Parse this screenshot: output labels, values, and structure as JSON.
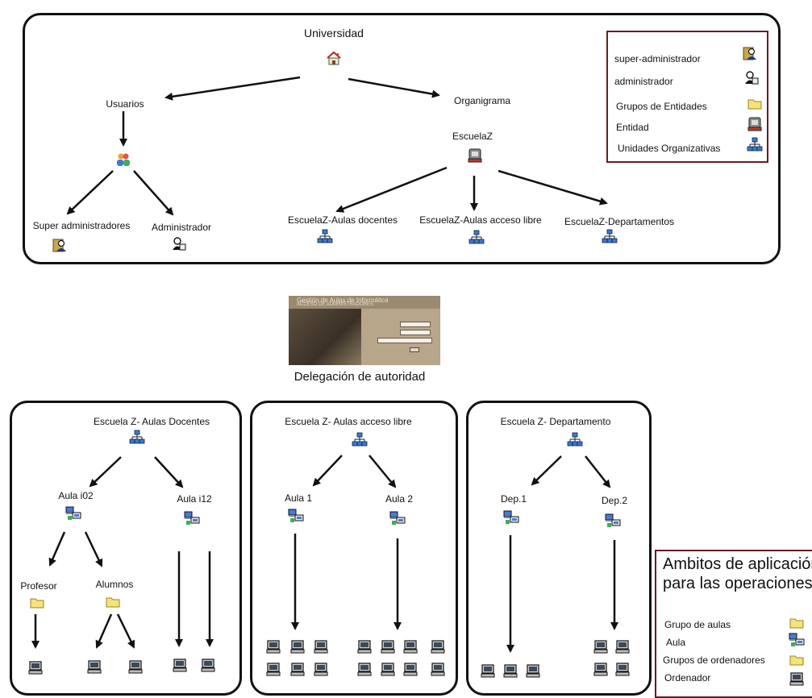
{
  "top": {
    "universidad": "Universidad",
    "usuarios": "Usuarios",
    "organigrama": "Organigrama",
    "super_admins": "Super administradores",
    "administrador": "Administrador",
    "escuelaz": "EscuelaZ",
    "aulas_docentes": "EscuelaZ-Aulas docentes",
    "aulas_libre": "EscuelaZ-Aulas acceso libre",
    "departamentos": "EscuelaZ-Departamentos"
  },
  "legend_top": {
    "items": [
      "super-administrador",
      "administrador",
      "Grupos de Entidades",
      "Entidad",
      "Unidades Organizativas"
    ],
    "icons": [
      "super-admin-icon",
      "admin-icon",
      "folder-icon",
      "entity-icon",
      "org-unit-icon"
    ]
  },
  "middle": {
    "caption": "Delegación de autoridad",
    "screenshot_title": "Gestión de Aulas de Informática",
    "screenshot_subtitle": "ACCESO DE ADMINISTRADORES"
  },
  "panel1": {
    "title": "Escuela Z- Aulas Docentes",
    "aula_a": "Aula i02",
    "aula_b": "Aula i12",
    "profesor": "Profesor",
    "alumnos": "Alumnos"
  },
  "panel2": {
    "title": "Escuela Z- Aulas acceso libre",
    "aula_1": "Aula 1",
    "aula_2": "Aula 2"
  },
  "panel3": {
    "title": "Escuela Z- Departamento",
    "dep_1": "Dep.1",
    "dep_2": "Dep.2"
  },
  "legend_bottom": {
    "title_line1": "Ambitos de aplicación",
    "title_line2": "para las operaciones",
    "items": [
      "Grupo de aulas",
      "Aula",
      "Grupos de ordenadores",
      "Ordenador"
    ],
    "icons": [
      "folder-icon",
      "classroom-icon",
      "folder-icon",
      "computer-icon"
    ]
  }
}
